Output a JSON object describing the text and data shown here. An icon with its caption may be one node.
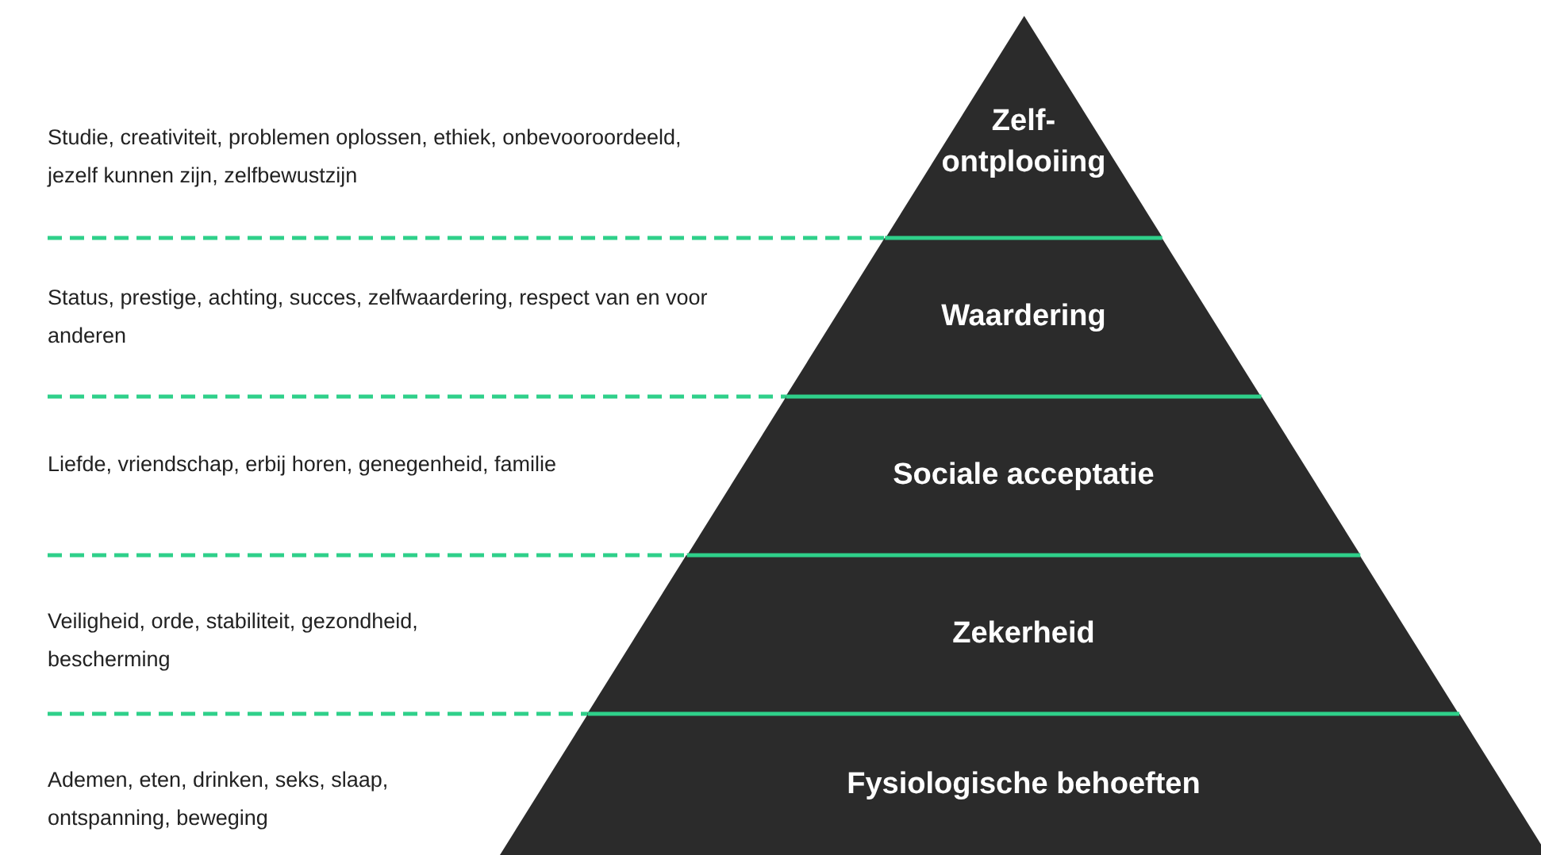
{
  "diagram": {
    "nodes": [
      {
        "text": [
          "Zelf-ontplooiing"
        ]
      },
      {
        "text": [
          "Waardering"
        ]
      },
      {
        "text": [
          "Sociale acceptatie"
        ]
      },
      {
        "text": [
          "Zekerheid"
        ]
      },
      {
        "text": [
          "Fysiologische behoeften"
        ]
      }
    ],
    "labels": [
      "Studie, creativiteit, problemen oplossen, ethiek, onbevooroordeeld, jezelf kunnen zijn, zelfbewustzijn",
      "Status, prestige, achting, succes, zelfwaardering, respect van en voor anderen",
      "Liefde, vriendschap, erbij horen, genegenheid, familie",
      "Veiligheid, orde, stabiliteit, gezondheid, bescherming",
      "Ademen, eten, drinken, seks, slaap, ontspanning, beweging"
    ]
  }
}
